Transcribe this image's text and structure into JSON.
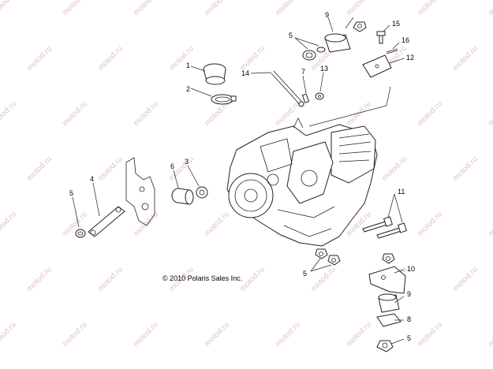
{
  "copyright": "© 2010 Polaris Sales Inc.",
  "watermark": "motod.ru",
  "watermark_color": "#cc8f8f",
  "callouts": [
    {
      "label": "9"
    },
    {
      "label": "15"
    },
    {
      "label": "5"
    },
    {
      "label": "16"
    },
    {
      "label": "12"
    },
    {
      "label": "1"
    },
    {
      "label": "14"
    },
    {
      "label": "7"
    },
    {
      "label": "13"
    },
    {
      "label": "2"
    },
    {
      "label": "4"
    },
    {
      "label": "6"
    },
    {
      "label": "3"
    },
    {
      "label": "5"
    },
    {
      "label": "11"
    },
    {
      "label": "5"
    },
    {
      "label": "10"
    },
    {
      "label": "9"
    },
    {
      "label": "8"
    },
    {
      "label": "5"
    }
  ]
}
